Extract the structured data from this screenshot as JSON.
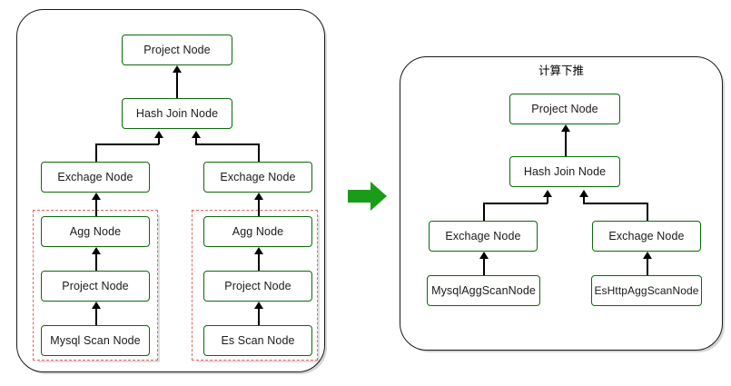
{
  "diagram": {
    "type": "query-plan-transformation",
    "left_panel": {
      "name": "original-plan",
      "title": "",
      "nodes": [
        {
          "id": "l-project-top",
          "label": "Project Node"
        },
        {
          "id": "l-hashjoin",
          "label": "Hash Join Node"
        },
        {
          "id": "l-exchange-left",
          "label": "Exchage Node"
        },
        {
          "id": "l-exchange-right",
          "label": "Exchage Node"
        },
        {
          "id": "l-agg-left",
          "label": "Agg Node"
        },
        {
          "id": "l-project-left",
          "label": "Project Node"
        },
        {
          "id": "l-scan-left",
          "label": "Mysql Scan Node"
        },
        {
          "id": "l-agg-right",
          "label": "Agg Node"
        },
        {
          "id": "l-project-right",
          "label": "Project Node"
        },
        {
          "id": "l-scan-right",
          "label": "Es Scan Node"
        }
      ],
      "groups": [
        {
          "id": "group-mysql",
          "label": ""
        },
        {
          "id": "group-es",
          "label": ""
        }
      ]
    },
    "transition": {
      "name": "pushdown-arrow",
      "icon": "right-arrow-icon",
      "color": "#1a9c1a"
    },
    "right_panel": {
      "name": "optimized-plan",
      "title": "计算下推",
      "nodes": [
        {
          "id": "r-project-top",
          "label": "Project Node"
        },
        {
          "id": "r-hashjoin",
          "label": "Hash Join Node"
        },
        {
          "id": "r-exchange-left",
          "label": "Exchage Node"
        },
        {
          "id": "r-exchange-right",
          "label": "Exchage Node"
        },
        {
          "id": "r-scan-left",
          "label": "MysqlAggScanNode"
        },
        {
          "id": "r-scan-right",
          "label": "EsHttpAggScanNode"
        }
      ]
    },
    "colors": {
      "node_border": "#0a6b0a",
      "node_text": "#1a1a1a",
      "panel_border": "#1a1a1a",
      "group_dashed": "#e06666",
      "arrow": "#1a9c1a",
      "connector": "#000000"
    }
  }
}
